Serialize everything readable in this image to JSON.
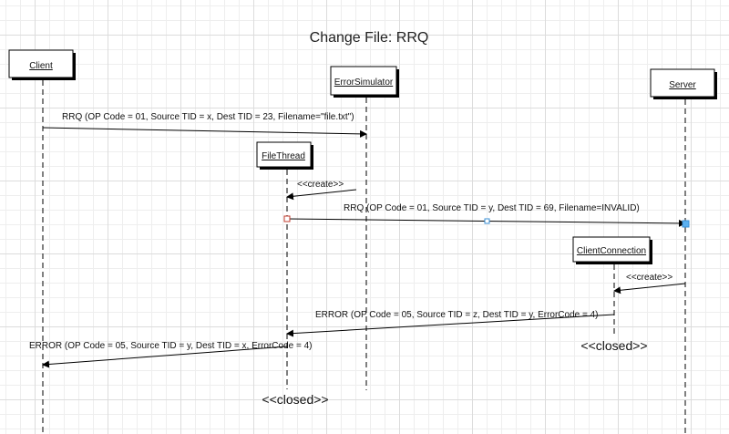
{
  "title": "Change File: RRQ",
  "objects": {
    "client": "Client",
    "error_simulator": "ErrorSimulator",
    "server": "Server",
    "file_thread": "FileThread",
    "client_connection": "ClientConnection"
  },
  "messages": {
    "rrq1": "RRQ (OP Code = 01, Source TID = x, Dest TID = 23, Filename=\"file.txt\")",
    "create1": "<<create>>",
    "rrq2": "RRQ (OP Code = 01, Source TID = y, Dest TID = 69, Filename=INVALID)",
    "create2": "<<create>>",
    "error1": "ERROR (OP Code = 05, Source TID = z, Dest TID = y, ErrorCode = 4)",
    "error2": "ERROR (OP Code = 05, Source TID = y, Dest TID = x, ErrorCode = 4)"
  },
  "closed_labels": {
    "client_connection": "<<closed>>",
    "file_thread": "<<closed>>"
  },
  "colors": {
    "selection_handle": "#3a8fd6",
    "endpoint_handle": "#c0392b"
  }
}
